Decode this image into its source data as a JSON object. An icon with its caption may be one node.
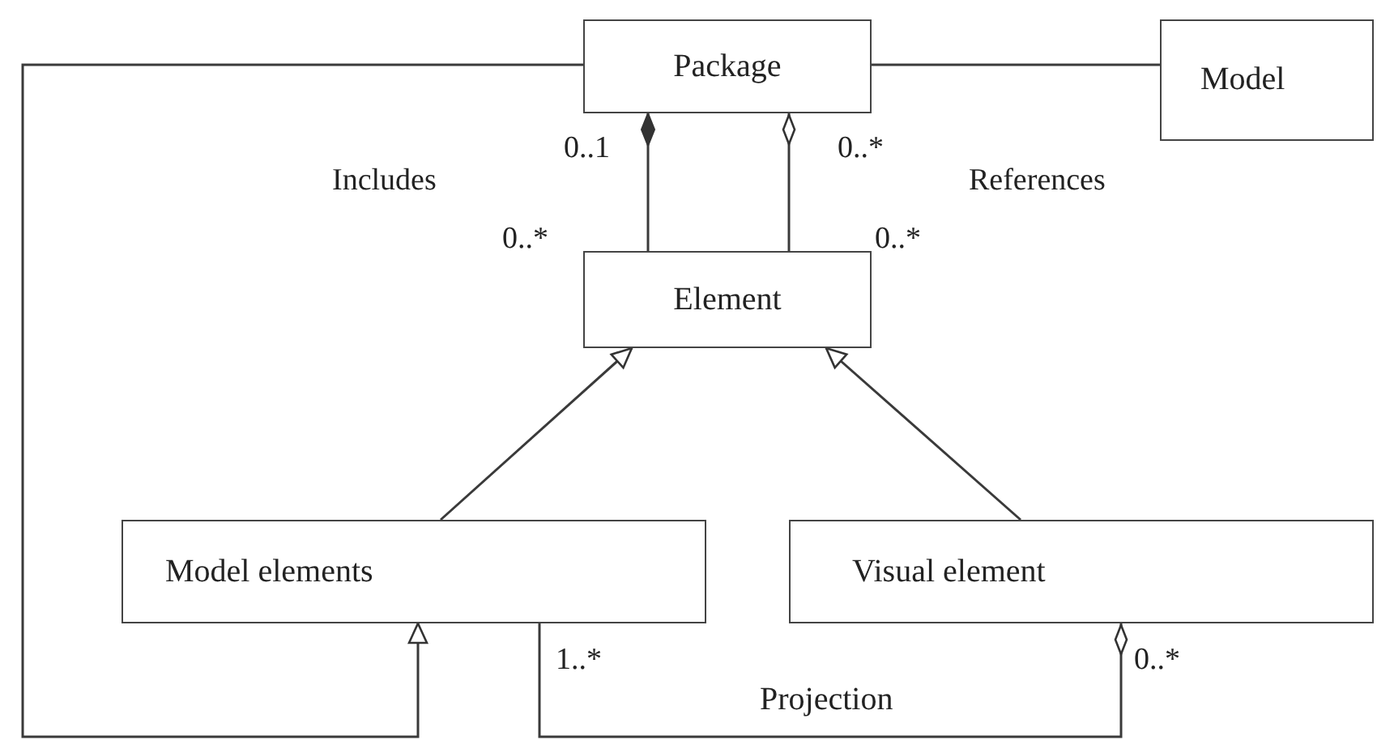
{
  "diagram": {
    "nodes": [
      {
        "text": [
          "Package"
        ]
      },
      {
        "text": [
          "Model"
        ]
      },
      {
        "text": [
          "Element"
        ]
      },
      {
        "text": [
          "Model elements"
        ]
      },
      {
        "text": [
          "Visual element"
        ]
      }
    ],
    "edges": [
      {
        "from": 0,
        "to": 1,
        "arrow": "none"
      },
      {
        "from": 0,
        "to": 2,
        "arrow": "other"
      },
      {
        "from": 0,
        "to": 2,
        "arrow": "other"
      },
      {
        "from": 3,
        "to": 2,
        "arrow": "to"
      },
      {
        "from": 4,
        "to": 2,
        "arrow": "to"
      },
      {
        "from": 0,
        "to": 3,
        "arrow": "to"
      },
      {
        "from": 4,
        "to": 3,
        "arrow": "other",
        "label": "Projection"
      }
    ],
    "labels": [
      "0..1",
      "0..*",
      "Includes",
      "References",
      "0..*",
      "0..*",
      "1..*",
      "0..*"
    ]
  }
}
